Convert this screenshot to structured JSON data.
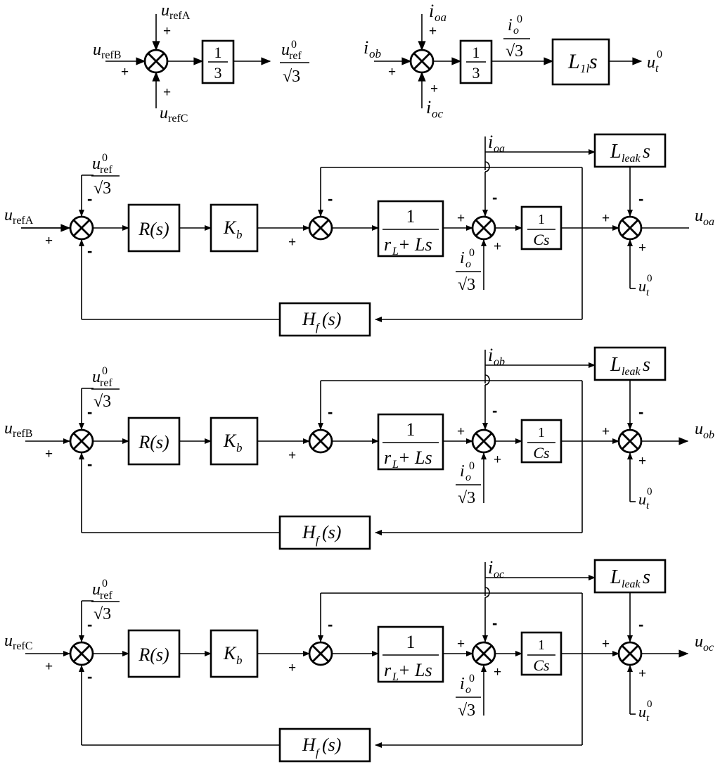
{
  "labels": {
    "urefA": "u",
    "urefA_sub": "refA",
    "urefB": "u",
    "urefB_sub": "refB",
    "urefC": "u",
    "urefC_sub": "refC",
    "ioa": "i",
    "ioa_sub": "oa",
    "iob": "i",
    "iob_sub": "ob",
    "ioc": "i",
    "ioc_sub": "oc",
    "uoa": "u",
    "uoa_sub": "oa",
    "uob": "u",
    "uob_sub": "ob",
    "uoc": "u",
    "uoc_sub": "oc",
    "uref0": "u",
    "uref0_sub": "ref",
    "uref0_sup": "0",
    "io0": "i",
    "io0_sub": "o",
    "io0_sup": "0",
    "ut0": "u",
    "ut0_sub": "t",
    "ut0_sup": "0",
    "sqrt3": "√3",
    "one": "1",
    "three": "3"
  },
  "blocks": {
    "R": "R(s)",
    "Kb": "K",
    "Kb_sub": "b",
    "plant_num": "1",
    "plant_den_r": "r",
    "plant_den_r_sub": "L",
    "plant_den_rest": " + Ls",
    "cap_num": "1",
    "cap_den": "Cs",
    "Hf": "H",
    "Hf_sub": "f",
    "Hf_rest": "(s)",
    "Lleak": "L",
    "Lleak_sub": "leak",
    "Lleak_rest": "s",
    "L1l": "L",
    "L1l_sub": "1l",
    "L1l_rest": "s"
  },
  "signs": {
    "plus": "+",
    "minus": "-"
  }
}
